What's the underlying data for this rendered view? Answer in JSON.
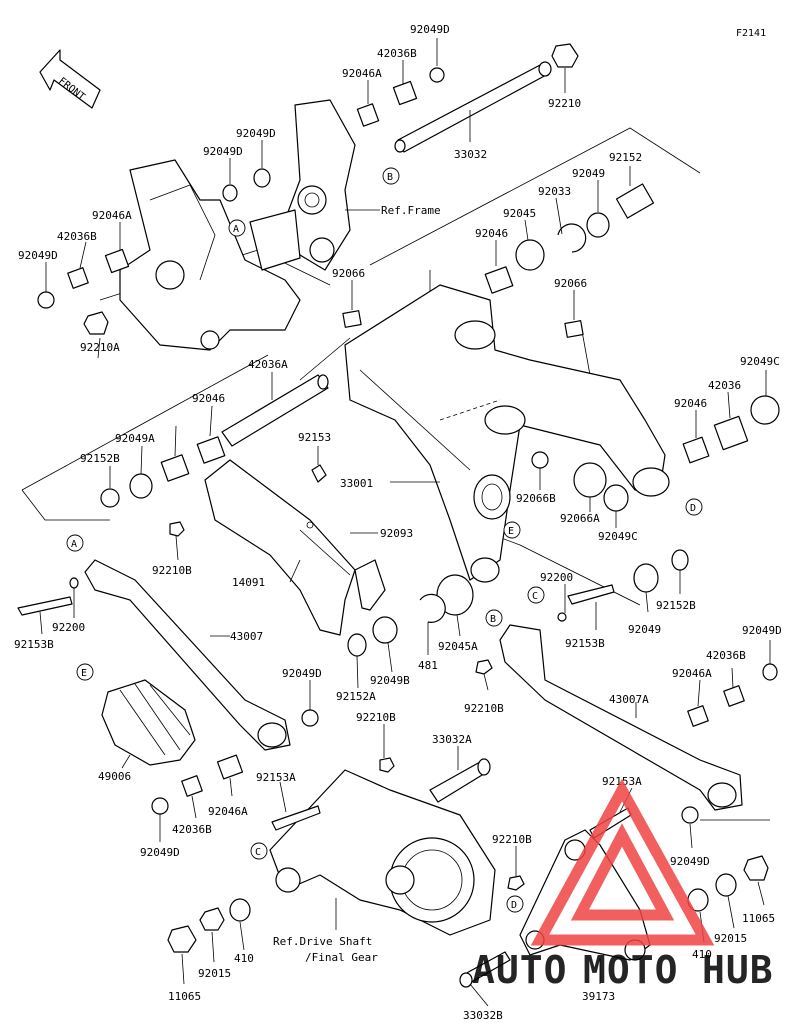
{
  "figure_number": "F2141",
  "front_arrow_label": "FRONT",
  "refs": {
    "frame": "Ref.Frame",
    "drive_shaft_line1": "Ref.Drive Shaft",
    "drive_shaft_line2": "/Final Gear"
  },
  "callouts": [
    "A",
    "B",
    "C",
    "D",
    "E"
  ],
  "watermark": {
    "text_part1": "AUTO",
    "text_part2": "MOTO",
    "text_part3": "HUB",
    "colors": {
      "orange": "#f4a11c",
      "red": "#e2231a",
      "dark": "#1f1f1f",
      "triangle": "#ef4444"
    }
  },
  "parts": [
    "92049D",
    "42036B",
    "92046A",
    "92210",
    "33032",
    "92049D",
    "92049D",
    "92046A",
    "42036B",
    "92049D",
    "92210A",
    "92049",
    "92152",
    "92033",
    "92045",
    "92046",
    "92066",
    "92066",
    "42036A",
    "92049C",
    "42036",
    "92046",
    "92153",
    "92046",
    "92049A",
    "92152B",
    "33001",
    "92066B",
    "92093",
    "14091",
    "92066A",
    "92049C",
    "92210B",
    "92200",
    "92200",
    "92153B",
    "92153B",
    "92049",
    "92152B",
    "92045A",
    "43007",
    "481",
    "92049B",
    "92152A",
    "92049D",
    "92046A",
    "42036B",
    "92049D",
    "92210B",
    "43007A",
    "49006",
    "92210B",
    "33032A",
    "92153A",
    "92046A",
    "42036B",
    "92049D",
    "92153A",
    "92049D",
    "92210B",
    "11065",
    "92015",
    "410",
    "410",
    "92015",
    "11065",
    "33032B",
    "39173"
  ]
}
